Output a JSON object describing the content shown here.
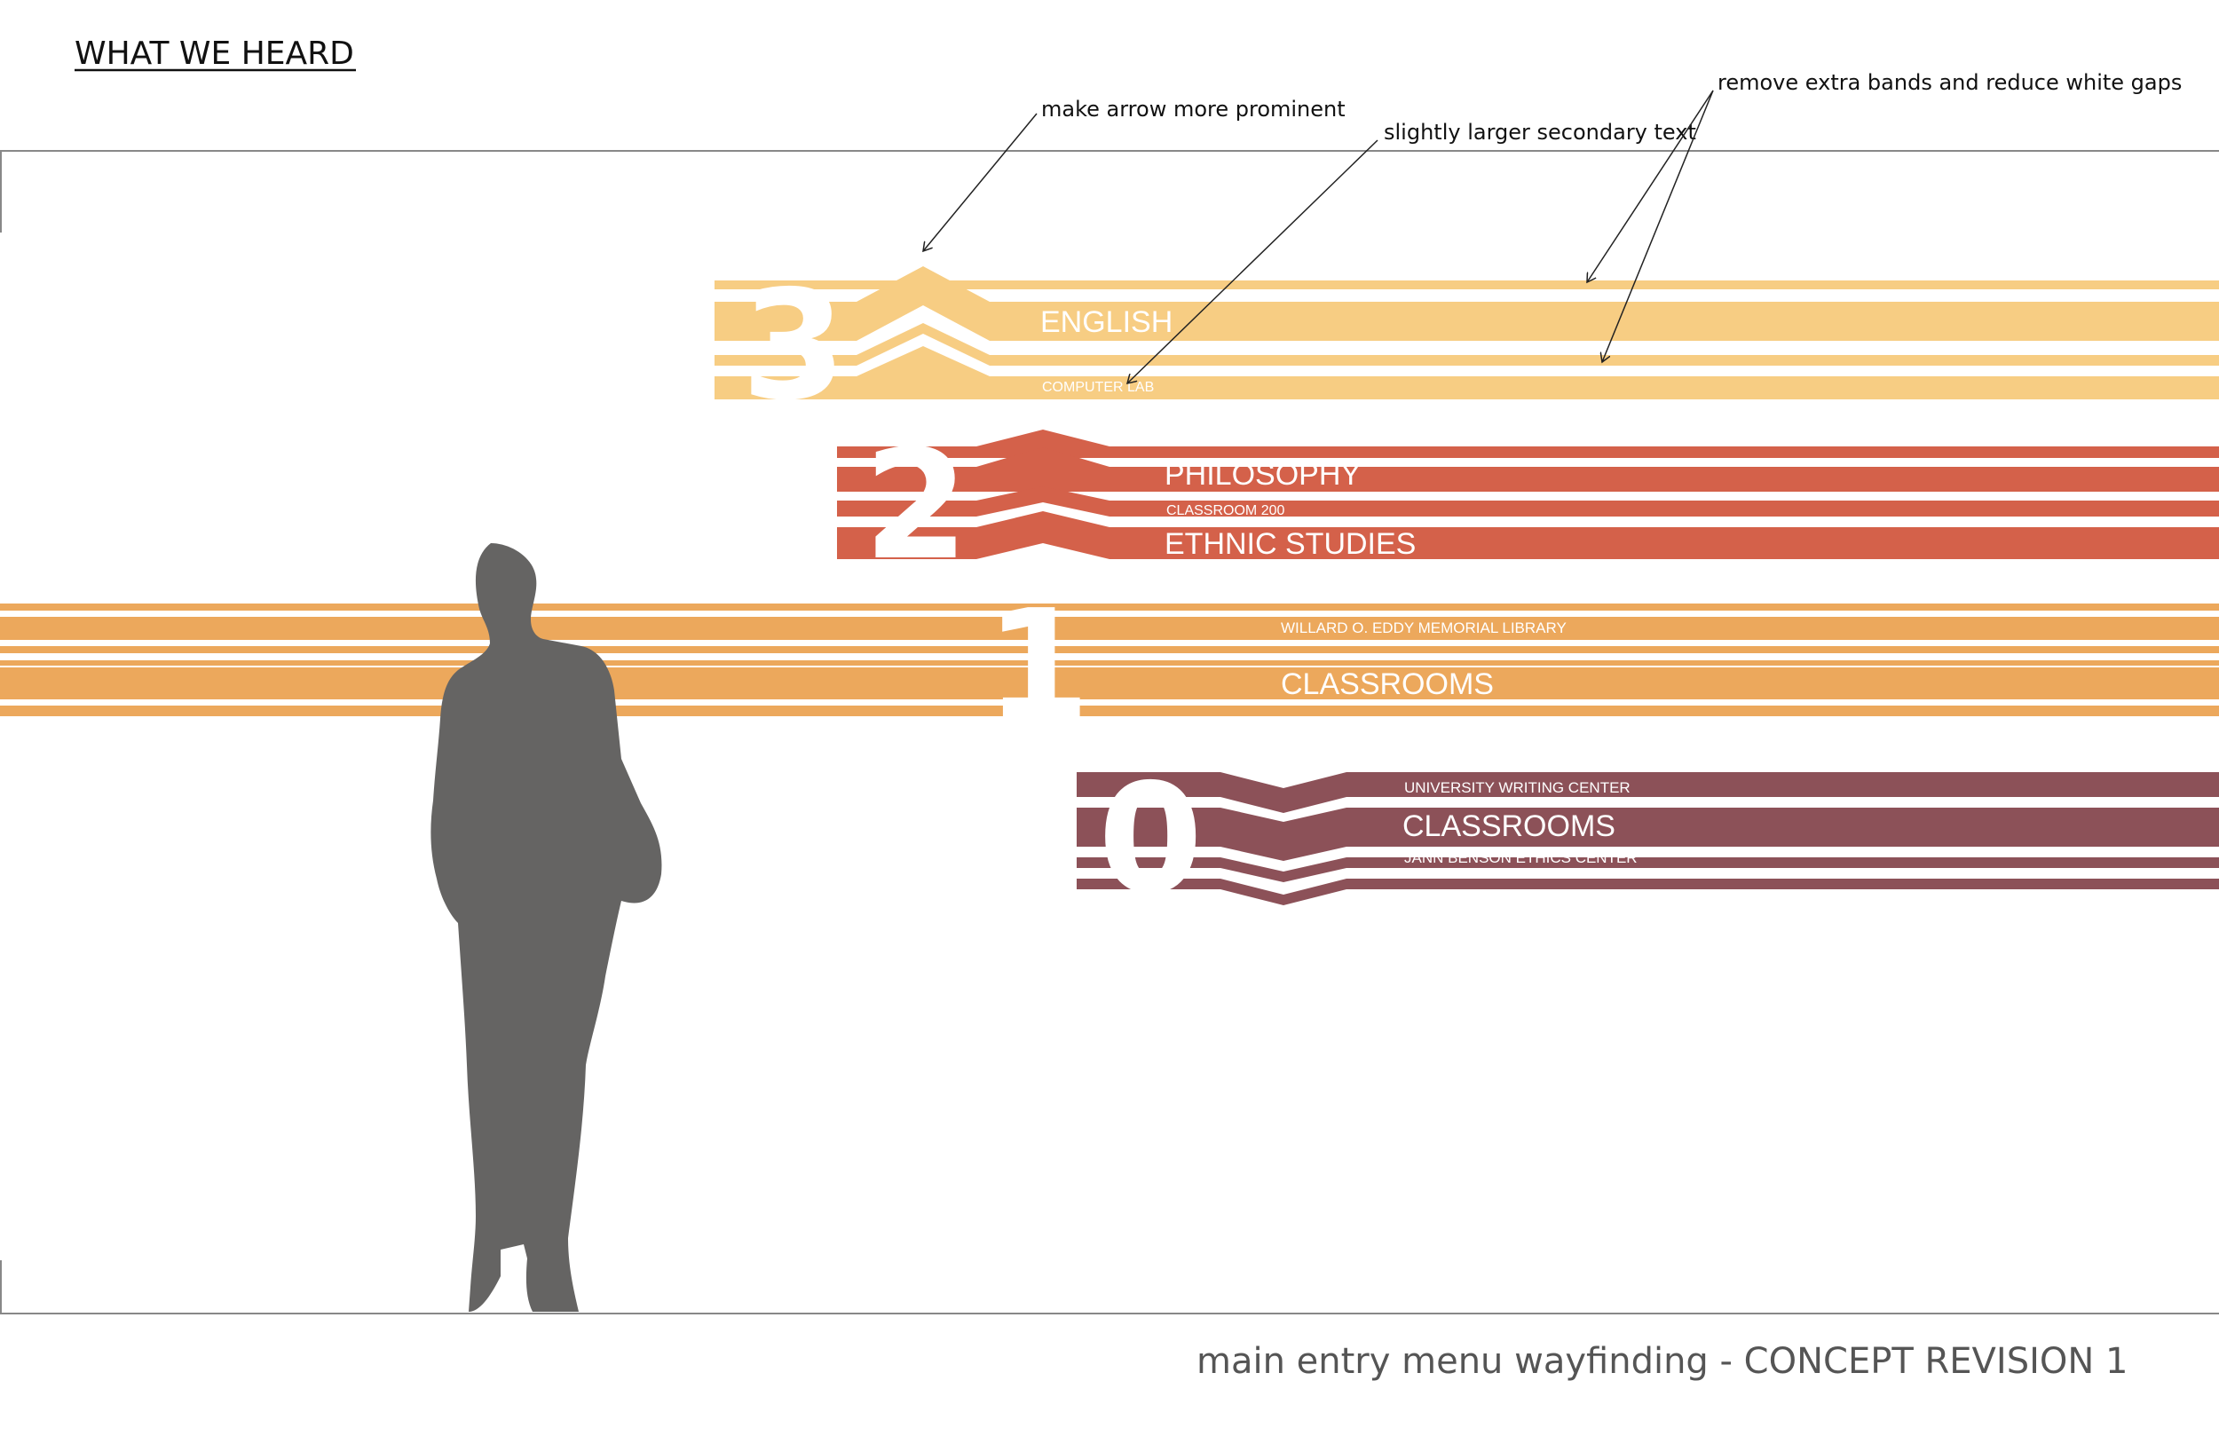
{
  "heading": "WHAT WE HEARD",
  "caption": "main entry menu wayfinding - CONCEPT REVISION 1",
  "annotations": {
    "arrow": "make arrow more prominent",
    "secondary_text": "slightly larger secondary text",
    "bands": "remove extra bands and reduce white gaps"
  },
  "floors": [
    {
      "number": "3",
      "color": "#f7cd83",
      "primary": [
        "ENGLISH"
      ],
      "secondary": [
        "COMPUTER LAB"
      ]
    },
    {
      "number": "2",
      "color": "#d4614a",
      "primary": [
        "PHILOSOPHY",
        "ETHNIC STUDIES"
      ],
      "secondary": [
        "CLASSROOM 200"
      ]
    },
    {
      "number": "1",
      "color": "#eca85c",
      "primary": [
        "CLASSROOMS"
      ],
      "secondary": [
        "WILLARD O. EDDY MEMORIAL LIBRARY"
      ]
    },
    {
      "number": "0",
      "color": "#8c5158",
      "primary": [
        "CLASSROOMS"
      ],
      "secondary": [
        "UNIVERSITY WRITING CENTER",
        "JANN BENSON ETHICS CENTER"
      ]
    }
  ],
  "silhouette_color": "#656463",
  "frame_color": "#888888"
}
